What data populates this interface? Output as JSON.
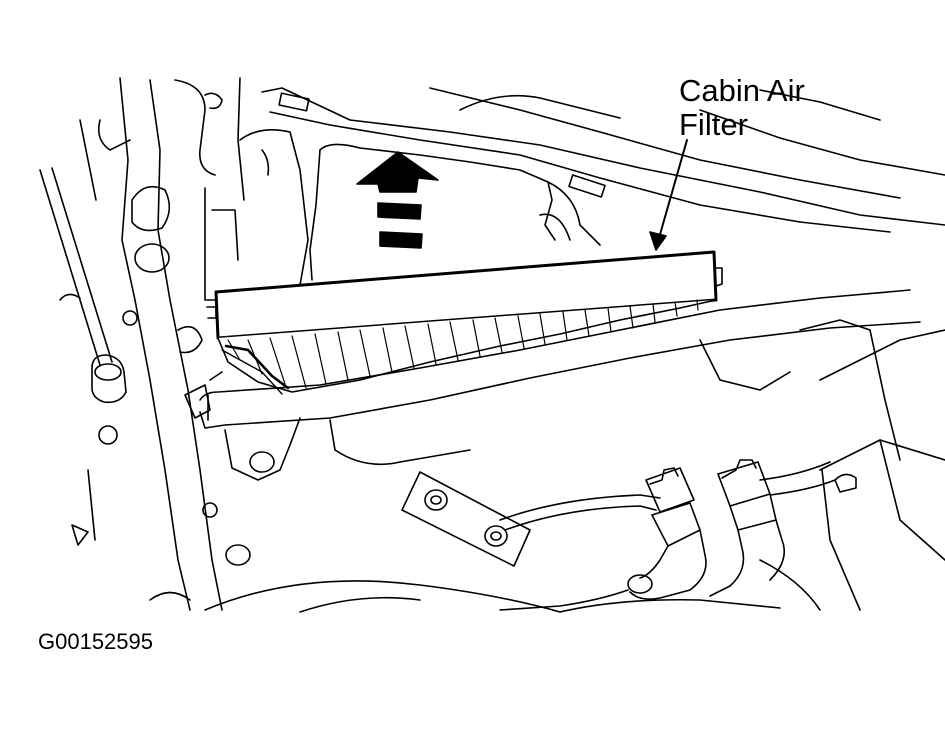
{
  "callout": {
    "line1": "Cabin Air",
    "line2": "Filter"
  },
  "figure_id": "G00152595",
  "colors": {
    "ink": "#000000",
    "paper": "#ffffff"
  },
  "icons": [
    "up-arrow-icon"
  ]
}
